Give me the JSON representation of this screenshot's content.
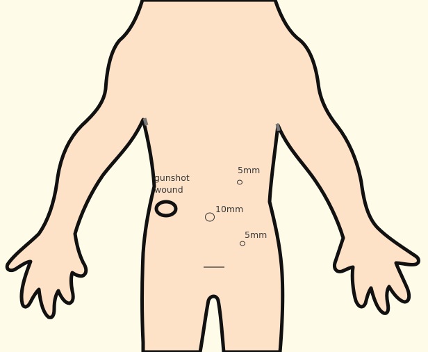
{
  "colors": {
    "background": "#fefbe9",
    "skin": "#fde2c8",
    "outline": "#111111"
  },
  "labels": {
    "gunshot_line1": "gunshot",
    "gunshot_line2": "wound",
    "port_upper": "5mm",
    "port_center": "10mm",
    "port_lower": "5mm"
  }
}
